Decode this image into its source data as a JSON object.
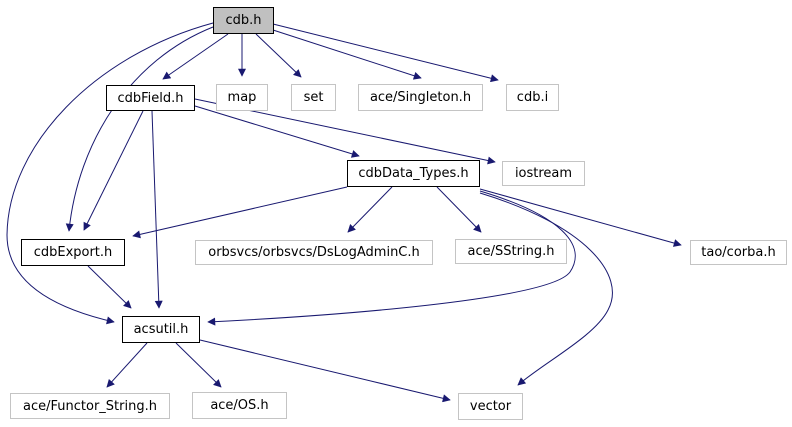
{
  "diagram": {
    "kind": "include-dependency-graph",
    "root": "cdb.h",
    "edge_color": "#191970",
    "root_fill": "#c0c0c0",
    "nodes": {
      "cdb_h": {
        "label": "cdb.h",
        "type": "root"
      },
      "cdbField_h": {
        "label": "cdbField.h",
        "type": "linked"
      },
      "map": {
        "label": "map",
        "type": "external"
      },
      "set": {
        "label": "set",
        "type": "external"
      },
      "ace_Singleton_h": {
        "label": "ace/Singleton.h",
        "type": "external"
      },
      "cdb_i": {
        "label": "cdb.i",
        "type": "external"
      },
      "cdbData_Types_h": {
        "label": "cdbData_Types.h",
        "type": "linked"
      },
      "iostream": {
        "label": "iostream",
        "type": "external"
      },
      "cdbExport_h": {
        "label": "cdbExport.h",
        "type": "linked"
      },
      "DsLogAdminC_h": {
        "label": "orbsvcs/orbsvcs/DsLogAdminC.h",
        "type": "external"
      },
      "ace_SString_h": {
        "label": "ace/SString.h",
        "type": "external"
      },
      "tao_corba_h": {
        "label": "tao/corba.h",
        "type": "external"
      },
      "acsutil_h": {
        "label": "acsutil.h",
        "type": "linked"
      },
      "ace_Functor_String_h": {
        "label": "ace/Functor_String.h",
        "type": "external"
      },
      "ace_OS_h": {
        "label": "ace/OS.h",
        "type": "external"
      },
      "vector": {
        "label": "vector",
        "type": "external"
      }
    },
    "edges": [
      {
        "from": "cdb.h",
        "to": "cdbField.h"
      },
      {
        "from": "cdb.h",
        "to": "map"
      },
      {
        "from": "cdb.h",
        "to": "set"
      },
      {
        "from": "cdb.h",
        "to": "ace/Singleton.h"
      },
      {
        "from": "cdb.h",
        "to": "cdb.i"
      },
      {
        "from": "cdb.h",
        "to": "cdbExport.h"
      },
      {
        "from": "cdb.h",
        "to": "acsutil.h"
      },
      {
        "from": "cdbField.h",
        "to": "cdbData_Types.h"
      },
      {
        "from": "cdbField.h",
        "to": "iostream"
      },
      {
        "from": "cdbField.h",
        "to": "cdbExport.h"
      },
      {
        "from": "cdbField.h",
        "to": "acsutil.h"
      },
      {
        "from": "cdbData_Types.h",
        "to": "cdbExport.h"
      },
      {
        "from": "cdbData_Types.h",
        "to": "orbsvcs/orbsvcs/DsLogAdminC.h"
      },
      {
        "from": "cdbData_Types.h",
        "to": "ace/SString.h"
      },
      {
        "from": "cdbData_Types.h",
        "to": "tao/corba.h"
      },
      {
        "from": "cdbData_Types.h",
        "to": "acsutil.h"
      },
      {
        "from": "cdbData_Types.h",
        "to": "vector"
      },
      {
        "from": "cdbExport.h",
        "to": "acsutil.h"
      },
      {
        "from": "acsutil.h",
        "to": "ace/Functor_String.h"
      },
      {
        "from": "acsutil.h",
        "to": "ace/OS.h"
      },
      {
        "from": "acsutil.h",
        "to": "vector"
      }
    ]
  }
}
